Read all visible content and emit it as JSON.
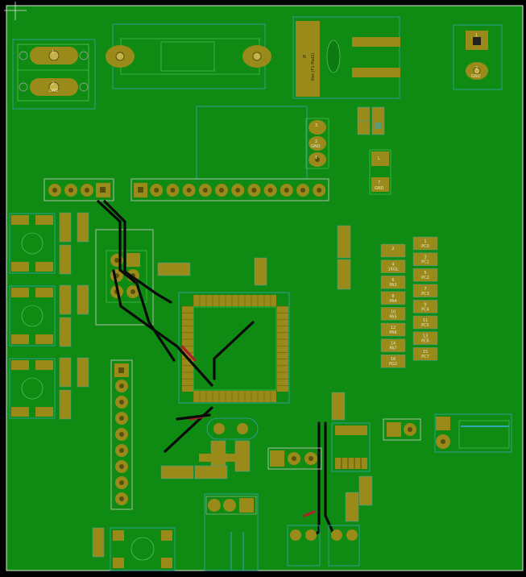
{
  "colors": {
    "background": "#000000",
    "copper_fill": "#0f8a12",
    "board_edge": "#d8d8d8",
    "pad": "#9a8a1a",
    "pad_dark": "#6b5f10",
    "courtyard": "#2fa7b4",
    "track_back": "#0a0a0a",
    "track_front": "#b0202a",
    "silkscreen": "#c8c8c8"
  },
  "labels": {
    "power_in": "1",
    "power_gnd_num": "2",
    "power_gnd": "GND",
    "vreg_vin": "3",
    "vreg_gnd": "2",
    "vreg_gnd_label": "GND",
    "vreg_out": "1",
    "conn_top_right_1": "1",
    "conn_top_right_2": "2",
    "conn_top_right_gnd": "GND",
    "relay_label": "N",
    "relay_side": "Net-(F1-Pad2)",
    "jmp_l": "L",
    "jmp_7": "7",
    "jmp_gnd": "GND"
  },
  "header_pins": [
    {
      "num": "2",
      "net": ""
    },
    {
      "num": "4",
      "net": "16GL"
    },
    {
      "num": "6",
      "net": "PA3"
    },
    {
      "num": "8",
      "net": "PA4"
    },
    {
      "num": "10",
      "net": "PA5"
    },
    {
      "num": "12",
      "net": "PA6"
    },
    {
      "num": "14",
      "net": "PA7"
    },
    {
      "num": "16",
      "net": "PG2"
    }
  ],
  "header_pins_right": [
    {
      "num": "1",
      "net": "PC0"
    },
    {
      "num": "3",
      "net": "PC1"
    },
    {
      "num": "5",
      "net": "PC2"
    },
    {
      "num": "7",
      "net": "PC3"
    },
    {
      "num": "9",
      "net": "PC4"
    },
    {
      "num": "11",
      "net": "PC5"
    },
    {
      "num": "13",
      "net": "PC6"
    },
    {
      "num": "15",
      "net": "PC7"
    }
  ]
}
